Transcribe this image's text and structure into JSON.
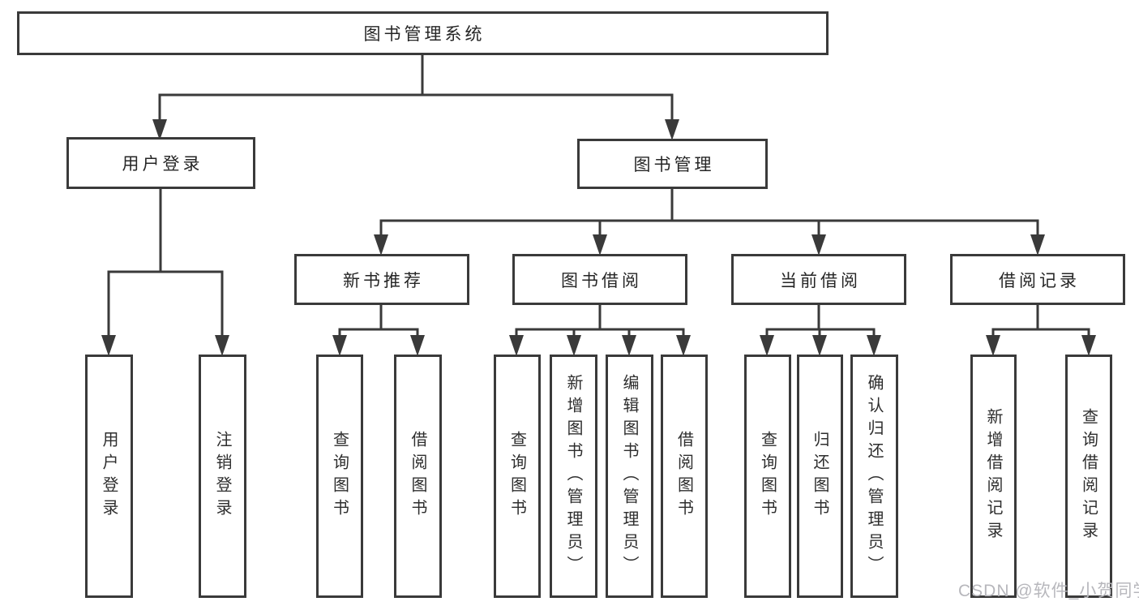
{
  "diagram_title": "图书管理系统",
  "tree": {
    "root": {
      "label": "图书管理系统"
    },
    "branches": [
      {
        "label": "用户登录",
        "children": [
          {
            "label": "用户登录"
          },
          {
            "label": "注销登录"
          }
        ]
      },
      {
        "label": "图书管理",
        "children": [
          {
            "label": "新书推荐",
            "children": [
              {
                "label": "查询图书"
              },
              {
                "label": "借阅图书"
              }
            ]
          },
          {
            "label": "图书借阅",
            "children": [
              {
                "label": "查询图书"
              },
              {
                "label": "新增图书（管理员）"
              },
              {
                "label": "编辑图书（管理员）"
              },
              {
                "label": "借阅图书"
              }
            ]
          },
          {
            "label": "当前借阅",
            "children": [
              {
                "label": "查询图书"
              },
              {
                "label": "归还图书"
              },
              {
                "label": "确认归还（管理员）"
              }
            ]
          },
          {
            "label": "借阅记录",
            "children": [
              {
                "label": "新增借阅记录"
              },
              {
                "label": "查询借阅记录"
              }
            ]
          }
        ]
      }
    ]
  },
  "watermark": {
    "text": "CSDN @软件_小贺同学"
  },
  "colors": {
    "line": "#3a3a3a",
    "text": "#262626",
    "watermark": "#b7b7bc",
    "background": "#ffffff"
  }
}
